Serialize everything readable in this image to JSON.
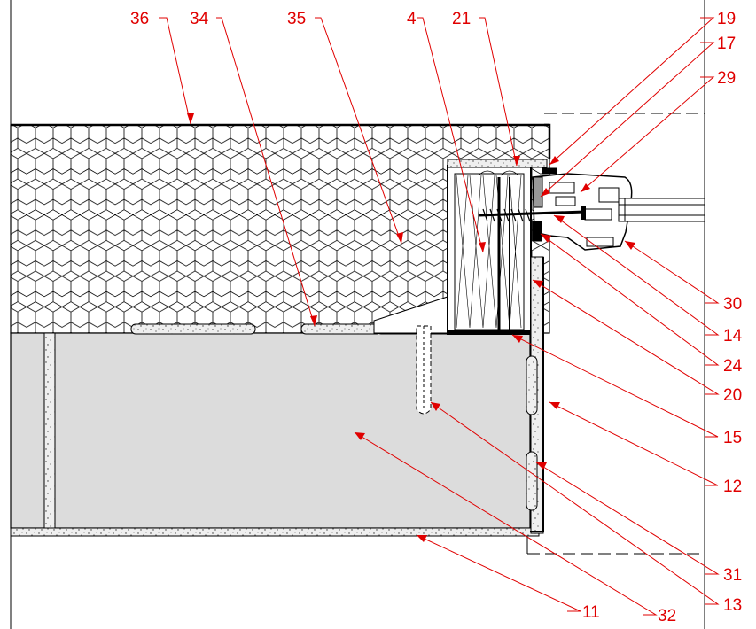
{
  "colors": {
    "callout": "#e00000",
    "linework": "#000000",
    "insulation_fill": "#ffffff",
    "blockwork_fill": "#dcdcdc",
    "screed_fill": "#ececec"
  },
  "callouts": {
    "c36": "36",
    "c34": "34",
    "c35": "35",
    "c4": "4",
    "c21": "21",
    "c19": "19",
    "c17": "17",
    "c29": "29",
    "c30": "30",
    "c14": "14",
    "c24": "24",
    "c20": "20",
    "c15": "15",
    "c12": "12",
    "c31": "31",
    "c13": "13",
    "c32": "32",
    "c11": "11"
  }
}
